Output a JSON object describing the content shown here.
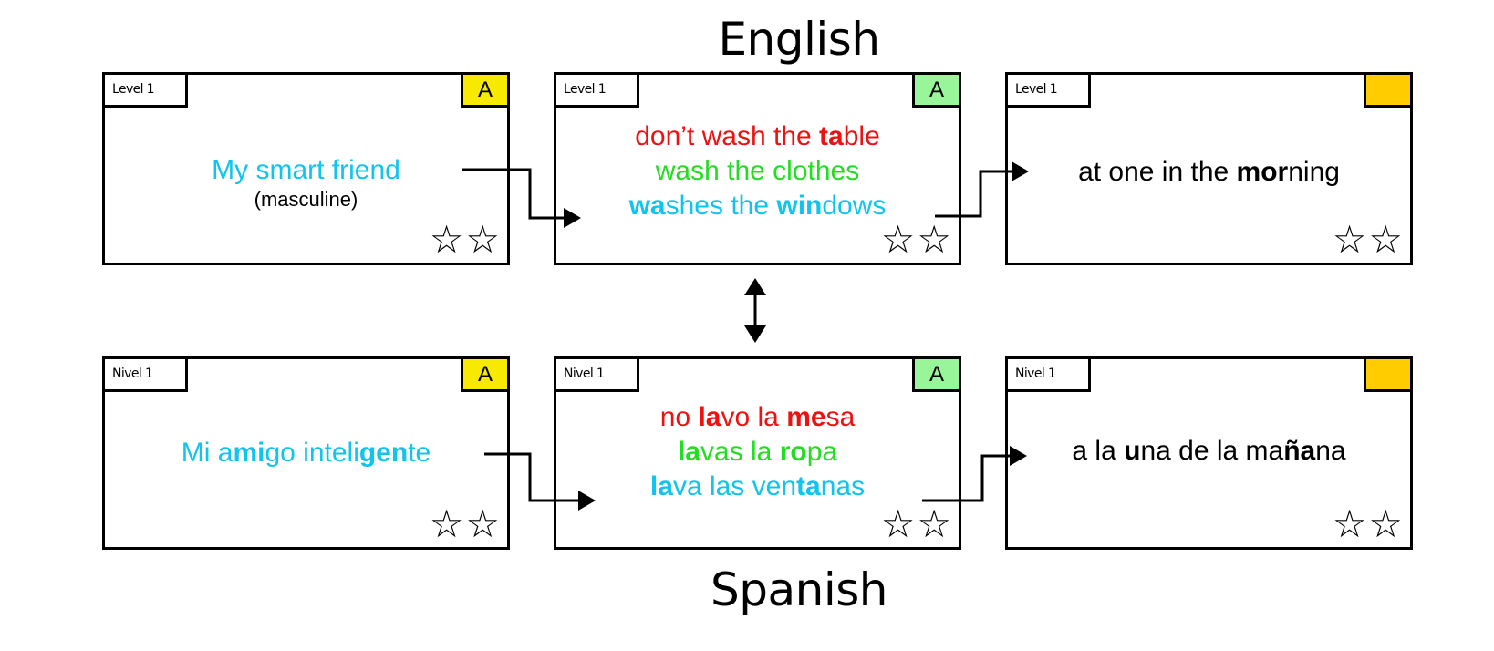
{
  "colors": {
    "red": "#ee1111",
    "green": "#22dd22",
    "blue": "#11c4ee",
    "black": "#000000",
    "badge_yellow": "#f7ea00",
    "badge_green": "#99f599",
    "badge_amber": "#ffcc00"
  },
  "headings": {
    "top": "English",
    "bottom": "Spanish"
  },
  "stars_glyph": "☆☆",
  "cards": {
    "en1": {
      "level": "Level 1",
      "badge": "A",
      "l1a": "My smart friend",
      "sub": "(masculine)"
    },
    "en2": {
      "level": "Level 1",
      "badge": "A",
      "l1a": "don’t wash the ",
      "l1b": "ta",
      "l1c": "ble",
      "l2a": "wash the clothes",
      "l3a": "wa",
      "l3b": "shes the ",
      "l3c": "win",
      "l3d": "dows"
    },
    "en3": {
      "level": "Level 1",
      "badge": "",
      "l1a": "at one in the ",
      "l1b": "mor",
      "l1c": "ning"
    },
    "es1": {
      "level": "Nivel 1",
      "badge": "A",
      "l1a": "Mi a",
      "l1b": "mi",
      "l1c": "go inteli",
      "l1d": "gen",
      "l1e": "te"
    },
    "es2": {
      "level": "Nivel 1",
      "badge": "A",
      "l1a": "no ",
      "l1b": "la",
      "l1c": "vo la ",
      "l1d": "me",
      "l1e": "sa",
      "l2a": "la",
      "l2b": "vas la ",
      "l2c": "ro",
      "l2d": "pa",
      "l3a": "la",
      "l3b": "va las ven",
      "l3c": "ta",
      "l3d": "nas"
    },
    "es3": {
      "level": "Nivel 1",
      "badge": "",
      "l1a": "a la ",
      "l1b": "u",
      "l1c": "na de la ma",
      "l1d": "ña",
      "l1e": "na"
    }
  }
}
